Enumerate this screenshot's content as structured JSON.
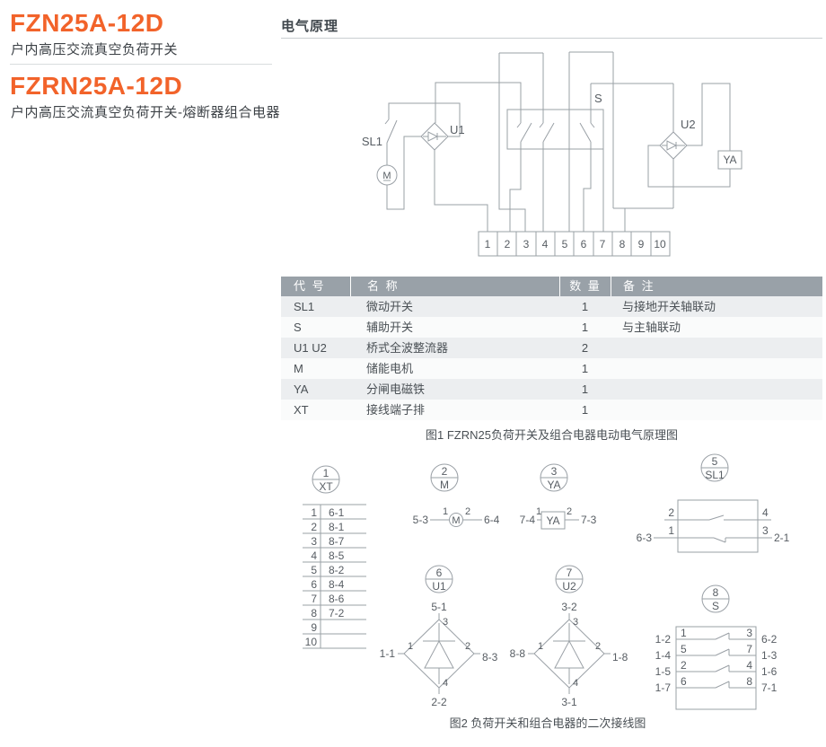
{
  "header": {
    "accent_color": "#f2632a",
    "product1": {
      "model": "FZN25A-12D",
      "desc": "户内高压交流真空负荷开关"
    },
    "product2": {
      "model": "FZRN25A-12D",
      "desc": "户内高压交流真空负荷开关-熔断器组合电器"
    }
  },
  "section": {
    "title": "电气原理"
  },
  "fig1": {
    "labels": {
      "sl1": "SL1",
      "u1": "U1",
      "u2": "U2",
      "s": "S",
      "m": "M",
      "ya": "YA"
    },
    "terminals": [
      "1",
      "2",
      "3",
      "4",
      "5",
      "6",
      "7",
      "8",
      "9",
      "10"
    ],
    "caption": "图1 FZRN25负荷开关及组合电器电动电气原理图"
  },
  "parts_table": {
    "header_bg": "#99a1a8",
    "stripe_bg": "#eceef0",
    "headers": [
      "代 号",
      "名 称",
      "数 量",
      "备 注"
    ],
    "rows": [
      {
        "code": "SL1",
        "name": "微动开关",
        "qty": "1",
        "note": "与接地开关轴联动"
      },
      {
        "code": "S",
        "name": "辅助开关",
        "qty": "1",
        "note": "与主轴联动"
      },
      {
        "code": "U1 U2",
        "name": "桥式全波整流器",
        "qty": "2",
        "note": ""
      },
      {
        "code": "M",
        "name": "储能电机",
        "qty": "1",
        "note": ""
      },
      {
        "code": "YA",
        "name": "分闸电磁铁",
        "qty": "1",
        "note": ""
      },
      {
        "code": "XT",
        "name": "接线端子排",
        "qty": "1",
        "note": ""
      }
    ]
  },
  "fig2": {
    "caption": "图2 负荷开关和组合电器的二次接线图",
    "xt": {
      "num": "1",
      "label": "XT",
      "rows": [
        {
          "t": "1",
          "v": "6-1"
        },
        {
          "t": "2",
          "v": "8-1"
        },
        {
          "t": "3",
          "v": "8-7"
        },
        {
          "t": "4",
          "v": "8-5"
        },
        {
          "t": "5",
          "v": "8-2"
        },
        {
          "t": "6",
          "v": "8-4"
        },
        {
          "t": "7",
          "v": "8-6"
        },
        {
          "t": "8",
          "v": "7-2"
        },
        {
          "t": "9",
          "v": ""
        },
        {
          "t": "10",
          "v": ""
        }
      ]
    },
    "m": {
      "num": "2",
      "label": "M",
      "sym": "M",
      "left": "5-3",
      "pin_left": "1",
      "pin_right": "2",
      "right": "6-4"
    },
    "ya": {
      "num": "3",
      "label": "YA",
      "sym": "YA",
      "left": "7-4",
      "pin_left": "1",
      "pin_right": "2",
      "right": "7-3"
    },
    "sl1": {
      "num": "5",
      "label": "SL1",
      "pin_tl": "2",
      "pin_bl": "1",
      "pin_tr": "4",
      "pin_br": "3",
      "outer_left": "6-3",
      "outer_right": "2-1"
    },
    "u1": {
      "num": "6",
      "label": "U1",
      "top": "5-1",
      "left": "1-1",
      "right": "8-3",
      "bottom": "2-2",
      "pin_top": "3",
      "pin_left": "1",
      "pin_right": "2",
      "pin_bottom": "4"
    },
    "u2": {
      "num": "7",
      "label": "U2",
      "top": "3-2",
      "left": "8-8",
      "right": "1-8",
      "bottom": "3-1",
      "pin_top": "3",
      "pin_left": "1",
      "pin_right": "2",
      "pin_bottom": "4"
    },
    "s": {
      "num": "8",
      "label": "S",
      "rows": [
        {
          "ol": "1-2",
          "pl": "1",
          "pr": "3",
          "or": "6-2"
        },
        {
          "ol": "1-4",
          "pl": "5",
          "pr": "7",
          "or": "1-3"
        },
        {
          "ol": "1-5",
          "pl": "2",
          "pr": "4",
          "or": "1-6"
        },
        {
          "ol": "1-7",
          "pl": "6",
          "pr": "8",
          "or": "7-1"
        }
      ]
    }
  }
}
